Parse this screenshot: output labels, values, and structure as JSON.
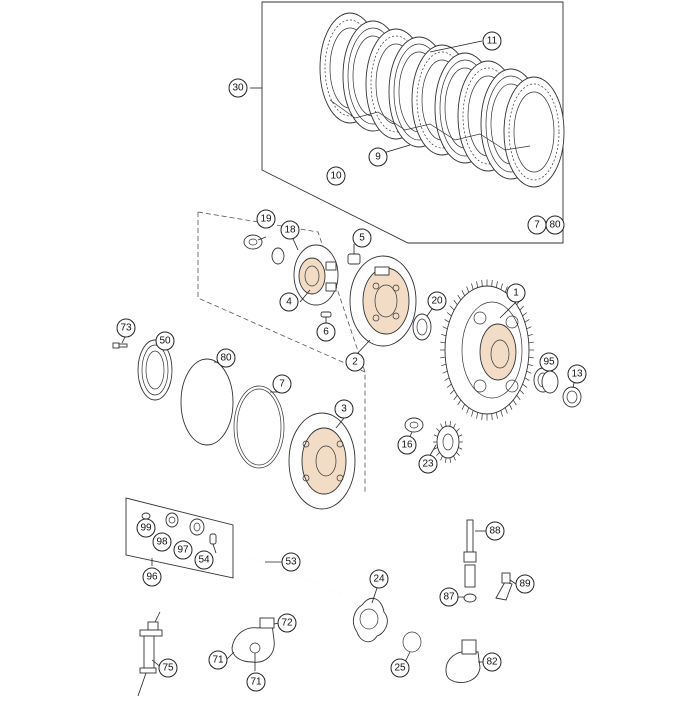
{
  "diagram": {
    "callouts": {
      "p30": "30",
      "p11": "11",
      "p9": "9",
      "p10": "10",
      "p7a": "7",
      "p80a": "80",
      "p19": "19",
      "p18": "18",
      "p5": "5",
      "p4": "4",
      "p6": "6",
      "p2": "2",
      "p20": "20",
      "p1": "1",
      "p95": "95",
      "p13": "13",
      "p73": "73",
      "p50": "50",
      "p80b": "80",
      "p7b": "7",
      "p3": "3",
      "p16": "16",
      "p23": "23",
      "p99": "99",
      "p98": "98",
      "p97": "97",
      "p54": "54",
      "p96": "96",
      "p53": "53",
      "p24": "24",
      "p88": "88",
      "p89": "89",
      "p87": "87",
      "p72": "72",
      "p71a": "71",
      "p71b": "71",
      "p75": "75",
      "p25": "25",
      "p82": "82"
    },
    "colors": {
      "line": "#333333",
      "accent": "#f2dcc5",
      "background": "#ffffff"
    }
  }
}
